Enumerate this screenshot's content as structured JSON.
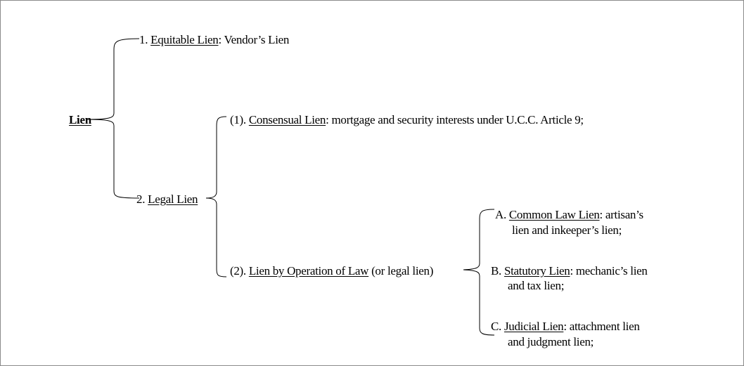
{
  "root": {
    "label": "Lien"
  },
  "n1": {
    "num": "1. ",
    "term": "Equitable Lien",
    "rest": ": Vendor’s Lien"
  },
  "n2": {
    "num": "2. ",
    "term": "Legal Lien"
  },
  "c1": {
    "num": "(1). ",
    "term": "Consensual Lien",
    "rest": ": mortgage and security interests under U.C.C. Article 9;"
  },
  "c2": {
    "num": "(2). ",
    "term": "Lien by Operation of Law",
    "rest": " (or legal lien)"
  },
  "a": {
    "num": "A. ",
    "term": "Common Law Lien",
    "rest": ": artisan’s",
    "line2": "lien and inkeeper’s lien;"
  },
  "b": {
    "num": "B. ",
    "term": "Statutory Lien",
    "rest": ": mechanic’s lien",
    "line2": "and tax lien;"
  },
  "c": {
    "num": "C. ",
    "term": "Judicial Lien",
    "rest": ": attachment lien",
    "line2": "and judgment lien;"
  }
}
